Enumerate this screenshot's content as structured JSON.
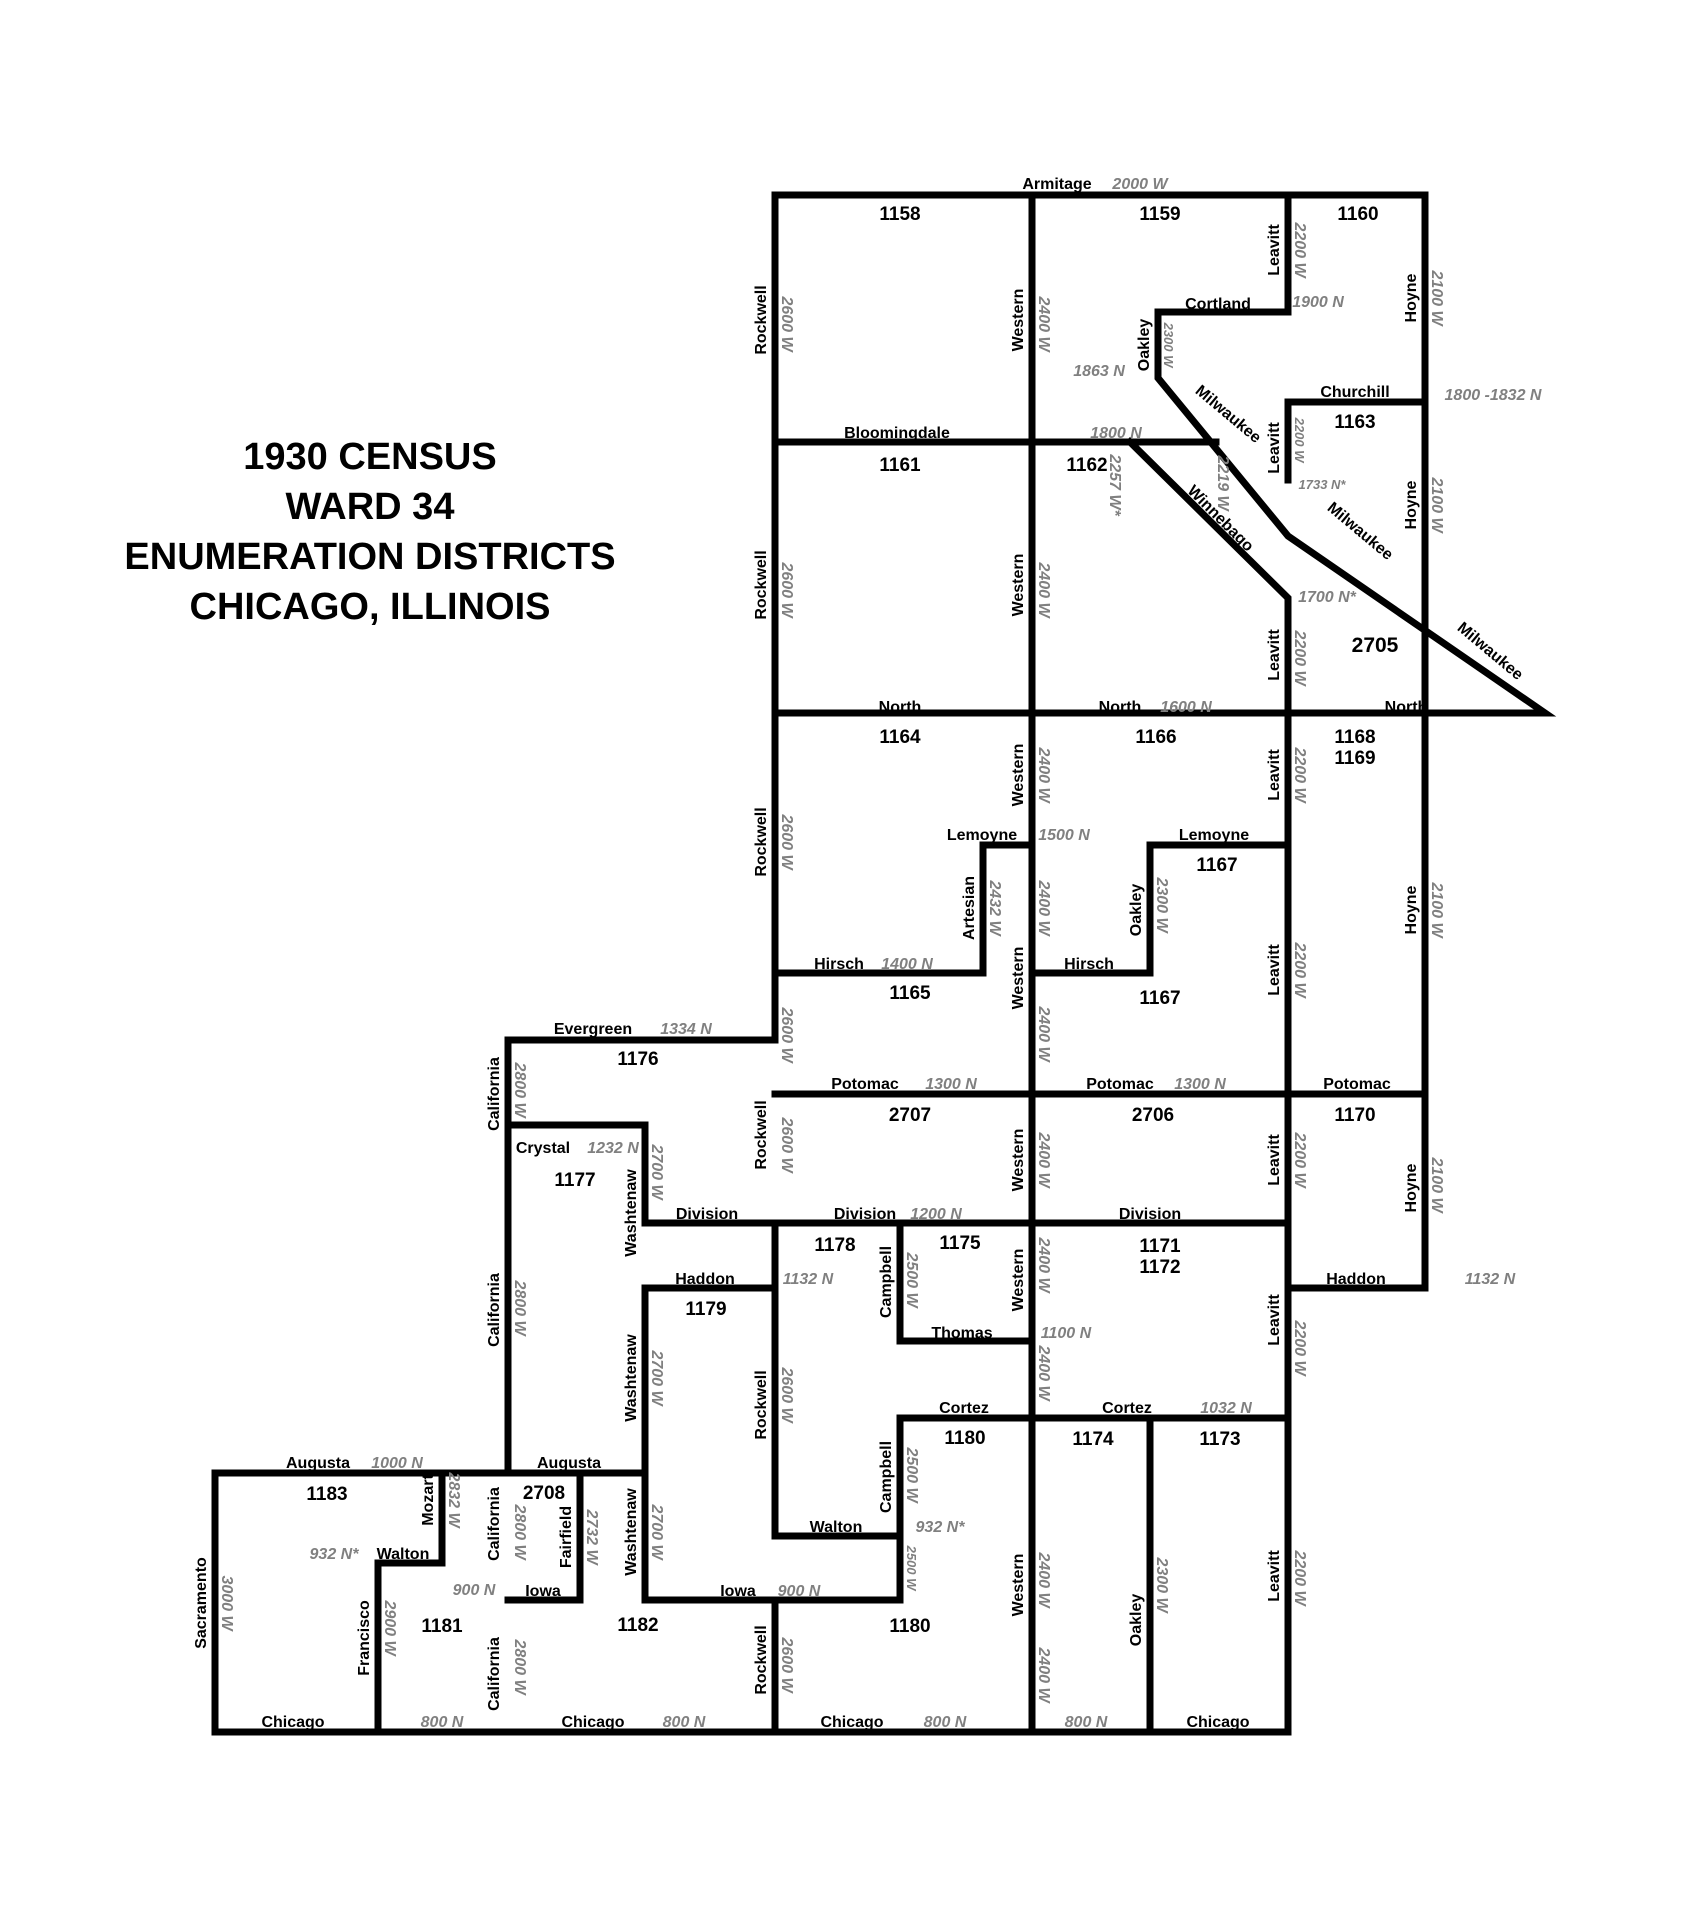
{
  "title": {
    "line1": "1930 CENSUS",
    "line2": "WARD 34",
    "line3": "ENUMERATION DISTRICTS",
    "line4": "CHICAGO, ILLINOIS"
  },
  "districts": {
    "d1158": "1158",
    "d1159": "1159",
    "d1160": "1160",
    "d1161": "1161",
    "d1162": "1162",
    "d1163": "1163",
    "d2705": "2705",
    "d1164": "1164",
    "d1166": "1166",
    "d1168": "1168",
    "d1169": "1169",
    "d1167a": "1167",
    "d1167b": "1167",
    "d1165": "1165",
    "d1176": "1176",
    "d2707": "2707",
    "d2706": "2706",
    "d1170": "1170",
    "d1177": "1177",
    "d1178": "1178",
    "d1175": "1175",
    "d1171": "1171",
    "d1172": "1172",
    "d1179": "1179",
    "d1180a": "1180",
    "d1174": "1174",
    "d1173": "1173",
    "d1183": "1183",
    "d2708": "2708",
    "d1181": "1181",
    "d1182": "1182",
    "d1180b": "1180"
  },
  "streets": {
    "armitage": "Armitage",
    "cortland": "Cortland",
    "churchill": "Churchill",
    "bloomingdale": "Bloomingdale",
    "milwaukee": "Milwaukee",
    "winnebago": "Winnebago",
    "north": "North",
    "lemoyne": "Lemoyne",
    "hirsch": "Hirsch",
    "potomac": "Potomac",
    "evergreen": "Evergreen",
    "crystal": "Crystal",
    "division": "Division",
    "haddon": "Haddon",
    "thomas": "Thomas",
    "cortez": "Cortez",
    "augusta": "Augusta",
    "walton": "Walton",
    "iowa": "Iowa",
    "chicago": "Chicago",
    "rockwell": "Rockwell",
    "western": "Western",
    "leavitt": "Leavitt",
    "hoyne": "Hoyne",
    "oakley": "Oakley",
    "artesian": "Artesian",
    "california": "California",
    "washtenaw": "Washtenaw",
    "campbell": "Campbell",
    "fairfield": "Fairfield",
    "mozart": "Mozart",
    "francisco": "Francisco",
    "sacramento": "Sacramento"
  },
  "addresses": {
    "a2000w": "2000 W",
    "a2600w": "2600 W",
    "a2400w": "2400 W",
    "a2300w": "2300 W",
    "a2200w": "2200 W",
    "a2100w": "2100 W",
    "a1900n": "1900 N",
    "a1863n": "1863 N",
    "a1800_1832n": "1800 -1832 N",
    "a1800n": "1800 N",
    "a2257w": "2257 W*",
    "a2219w": "2219 W",
    "a1733n": "1733 N*",
    "a1700n": "1700 N*",
    "a1600n": "1600 N",
    "a1500n": "1500 N",
    "a2432w": "2432 W",
    "a1400n": "1400 N",
    "a1334n": "1334 N",
    "a2800w": "2800 W",
    "a1300n": "1300 N",
    "a1232n": "1232 N",
    "a2700w": "2700 W",
    "a1200n": "1200 N",
    "a1132n": "1132 N",
    "a2500w": "2500 W",
    "a1100n": "1100 N",
    "a1032n": "1032 N",
    "a1000n": "1000 N",
    "a2832w": "2832 W",
    "a932n": "932 N*",
    "a2732w": "2732 W",
    "a900n": "900 N",
    "a3000w": "3000 W",
    "a2900w": "2900 W",
    "a800n": "800 N"
  }
}
